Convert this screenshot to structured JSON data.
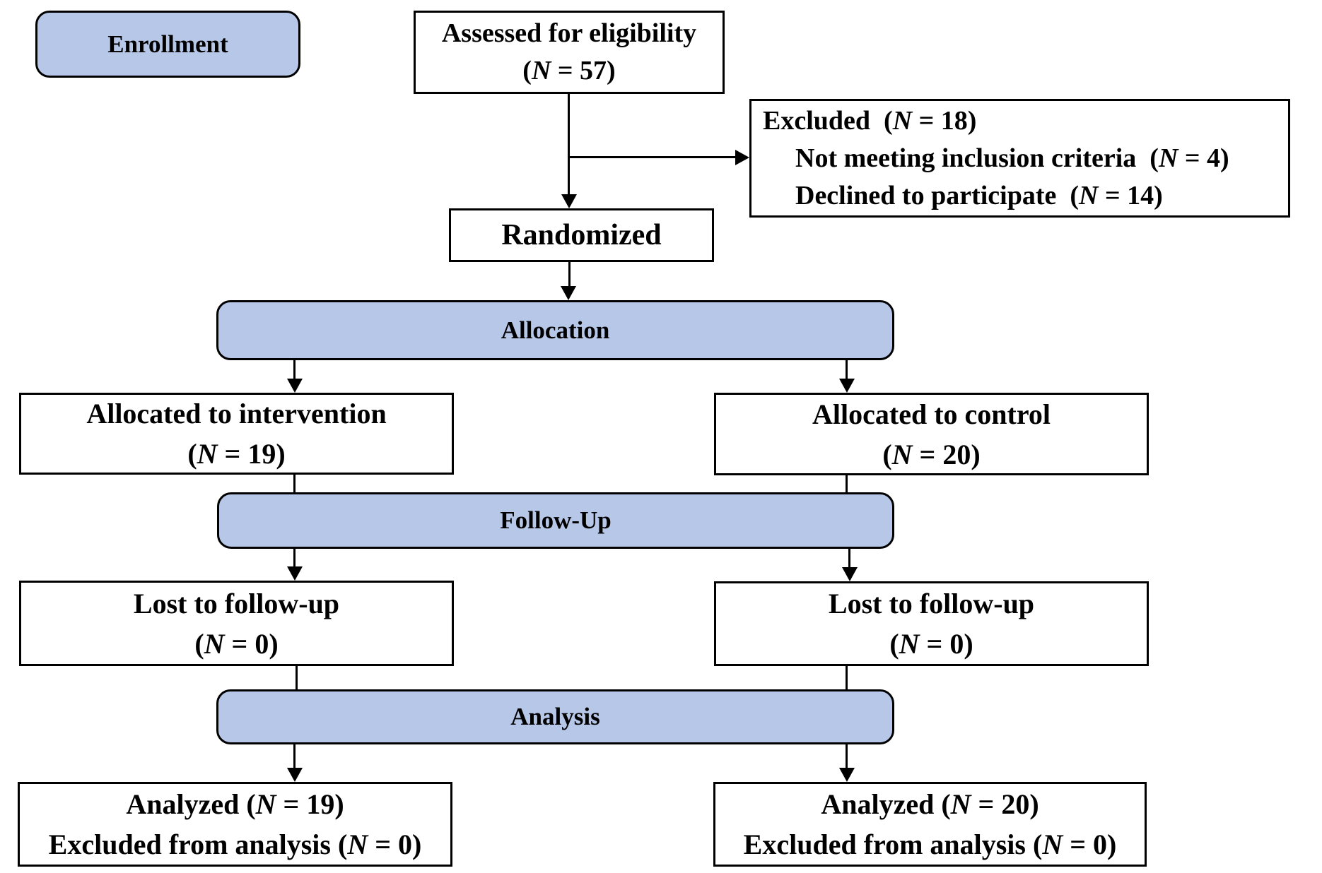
{
  "colors": {
    "banner_fill": "#b6c7e8",
    "box_fill": "#ffffff",
    "line": "#000000"
  },
  "stages": {
    "enrollment": "Enrollment",
    "allocation": "Allocation",
    "followup": "Follow-Up",
    "analysis": "Analysis"
  },
  "boxes": {
    "assessed": {
      "line1": "Assessed for eligibility",
      "line2": "(N = 57)"
    },
    "excluded": {
      "line1": "Excluded  (N = 18)",
      "line2": "Not meeting inclusion criteria  (N = 4)",
      "line3": "Declined to participate  (N = 14)"
    },
    "randomized": {
      "line1": "Randomized"
    },
    "intervention": {
      "line1": "Allocated to intervention",
      "line2": "(N = 19)"
    },
    "control": {
      "line1": "Allocated to control",
      "line2": "(N = 20)"
    },
    "lost_intervention": {
      "line1": "Lost to follow-up",
      "line2": "(N = 0)"
    },
    "lost_control": {
      "line1": "Lost to follow-up",
      "line2": "(N = 0)"
    },
    "analyzed_intervention": {
      "line1": "Analyzed (N = 19)",
      "line2": "Excluded from analysis (N = 0)"
    },
    "analyzed_control": {
      "line1": "Analyzed (N = 20)",
      "line2": "Excluded from analysis (N = 0)"
    }
  }
}
